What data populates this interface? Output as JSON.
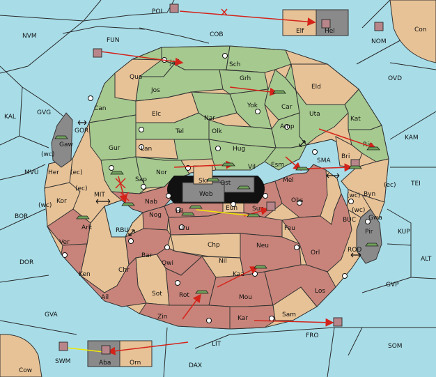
{
  "colors": {
    "sea": "#a8dde8",
    "green": "#a6c98f",
    "tan": "#e7c296",
    "red": "#c8847a",
    "grey": "#8a8a8a",
    "order_red": "#d4241a",
    "order_yellow": "#f0e800",
    "unit_fill": "#6fa05a"
  },
  "sea_labels": [
    "POL",
    "NVM",
    "FUN",
    "COB",
    "NOM",
    "Con",
    "OVD",
    "KAL",
    "GVG",
    "GOR",
    "KAM",
    "SMA",
    "TEI",
    "MVU",
    "BOR",
    "MIT",
    "RBU",
    "BUC",
    "KUP",
    "DOR",
    "ROD",
    "ALT",
    "GVP",
    "GVA",
    "FRO",
    "SOM",
    "LIT",
    "SWM",
    "DAX",
    "Cow"
  ],
  "green_labels": [
    "Jad",
    "Sch",
    "Qua",
    "Jos",
    "Grh",
    "Can",
    "Eld",
    "Elc",
    "Nar",
    "Car",
    "Yok",
    "Uta",
    "Kat",
    "Amp",
    "Tel",
    "Olk",
    "Gaw",
    "Gur",
    "Hug",
    "Lan",
    "Rie",
    "Esm",
    "Vil",
    "Nor",
    "Skr",
    "Sap"
  ],
  "tan_labels": [
    "Elf",
    "Bri",
    "Her",
    "Byn",
    "Kor",
    "Mel",
    "Gwa",
    "Chp",
    "Eun",
    "Nil",
    "Sam",
    "Orn"
  ],
  "red_labels": [
    "Hel",
    "Ost",
    "Web",
    "Obs",
    "Nab",
    "Hil",
    "Sun",
    "Nog",
    "Uru",
    "Feu",
    "Ark",
    "Orl",
    "Pir",
    "Ver",
    "Neu",
    "Bar",
    "Qwi",
    "Ken",
    "Kaa",
    "Chr",
    "Sot",
    "Ail",
    "Rot",
    "Mou",
    "Los",
    "Zin",
    "Kar",
    "Aba"
  ],
  "coast_labels": [
    "(wc)",
    "(ec)",
    "(ec)",
    "(wc)",
    "(wc)",
    "(ec)",
    "(wc)"
  ]
}
